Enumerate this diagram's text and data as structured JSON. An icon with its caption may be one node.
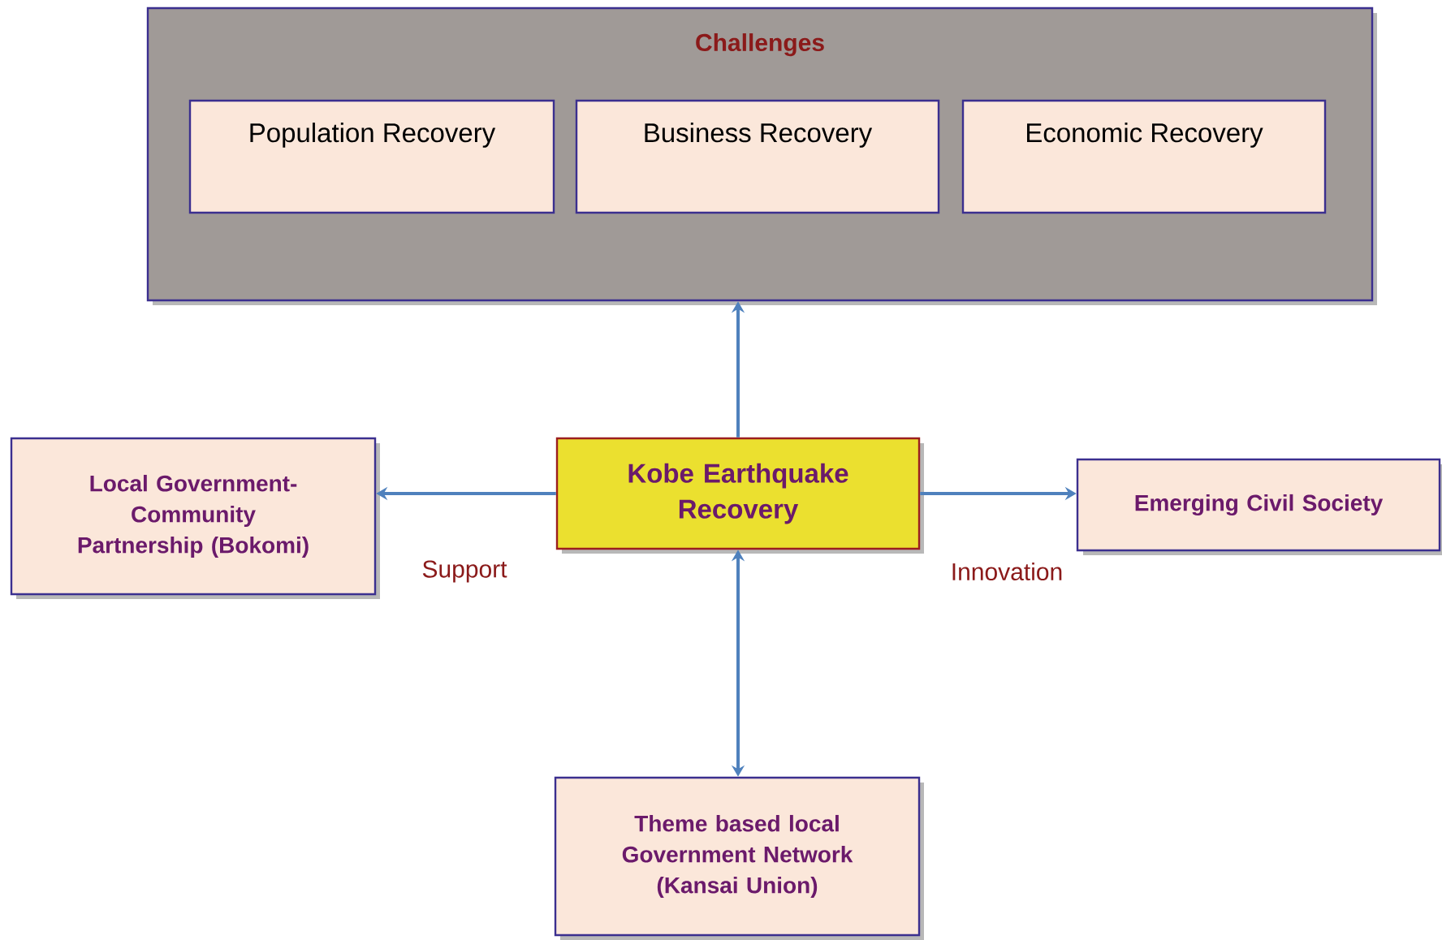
{
  "diagram": {
    "nodes": [
      {
        "text": [
          "Challenges"
        ]
      },
      {
        "text": [
          "Population Recovery"
        ],
        "in": 0
      },
      {
        "text": [
          "Business Recovery"
        ],
        "in": 0
      },
      {
        "text": [
          "Economic Recovery"
        ],
        "in": 0
      },
      {
        "text": [
          "Kobe Earthquake Recovery"
        ]
      },
      {
        "text": [
          "Local Government- Community Partnership (Bokomi)"
        ]
      },
      {
        "text": [
          "Emerging Civil Society"
        ]
      },
      {
        "text": [
          "Theme based local Government Network (Kansai Union)"
        ]
      }
    ],
    "edges": [
      {
        "from": 4,
        "to": 0,
        "arrow": "to"
      },
      {
        "from": 4,
        "to": 5,
        "arrow": "to",
        "label": "Support"
      },
      {
        "from": 4,
        "to": 6,
        "arrow": "to",
        "label": "Innovation"
      },
      {
        "from": 4,
        "to": 7,
        "arrow": "both"
      }
    ]
  }
}
